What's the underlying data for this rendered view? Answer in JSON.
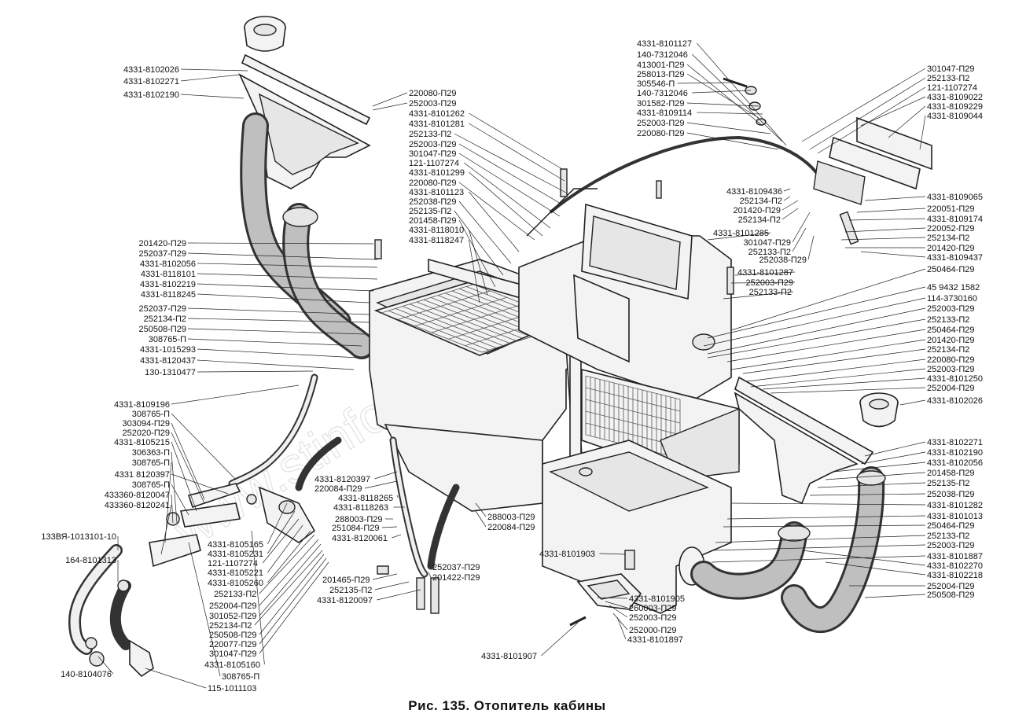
{
  "caption": "Рис. 135. Отопитель кабины",
  "watermark": "www.stinfo.kz",
  "labels_left": [
    "4331-8102026",
    "4331-8102271",
    "4331-8102190",
    "201420-П29",
    "252037-П29",
    "4331-8102056",
    "4331-8118101",
    "4331-8102219",
    "4331-8118245",
    "252037-П29",
    "252134-П2",
    "250508-П29",
    "308765-П",
    "4331-1015293",
    "4331-8120437",
    "130-1310477",
    "4331-8109196",
    "308765-П",
    "303094-П29",
    "252020-П29",
    "4331-8105215",
    "306363-П",
    "308765-П",
    "4331 8120397",
    "308765-П",
    "433360-8120047",
    "433360-8120241",
    "133ВЯ-1013101-10",
    "164-8101313",
    "140-8104076"
  ],
  "labels_center_top": [
    "220080-П29",
    "252003-П29",
    "4331-8101262",
    "4331-8101281",
    "252133-П2",
    "252003-П29",
    "301047-П29",
    "121-1107274",
    "4331-8101299",
    "220080-П29",
    "4331-8101123",
    "252038-П29",
    "252135-П2",
    "201458-П29",
    "4331-8118010",
    "4331-8118247"
  ],
  "labels_top_column": [
    "4331-8101127",
    "140-7312046",
    "413001-П29",
    "258013-П29",
    "305546-П",
    "140-7312046",
    "301582-П29",
    "4331-8109114",
    "252003-П29",
    "220080-П29"
  ],
  "labels_mid": [
    "4331-8109436",
    "252134-П2",
    "201420-П29",
    "252134-П2",
    "4331-8101285",
    "301047-П29",
    "252133-П2",
    "252038-П29",
    "4331-8101287",
    "252003-П29",
    "252133-П2"
  ],
  "labels_right": [
    "301047-П29",
    "252133-П2",
    "121-1107274",
    "4331-8109022",
    "4331-8109229",
    "4331-8109044",
    "4331-8109065",
    "220051-П29",
    "4331-8109174",
    "220052-П29",
    "252134-П2",
    "201420-П29",
    "4331-8109437",
    "250464-П29",
    "45 9432 1582",
    "114-3730160",
    "252003-П29",
    "252133-П2",
    "250464-П29",
    "201420-П29",
    "252134-П2",
    "220080-П29",
    "252003-П29",
    "4331-8101250",
    "252004-П29",
    "4331-8102026",
    "4331-8102271",
    "4331-8102190",
    "4331-8102056",
    "201458-П29",
    "252135-П2",
    "252038-П29",
    "4331-8101282",
    "4331-8101013",
    "250464-П29",
    "252133-П2",
    "252003-П29",
    "4331-8101887",
    "4331-8102270",
    "4331-8102218",
    "252004-П29",
    "250508-П29"
  ],
  "labels_bottom_left": [
    "4331-8120397",
    "220084-П29",
    "4331-8118265",
    "4331-8118263",
    "288003-П29",
    "251084-П29",
    "4331-8120061",
    "4331-8105165",
    "4331-8105231",
    "121-1107274",
    "4331-8105221",
    "4331-8105260",
    "252133-П2",
    "252004-П29",
    "301052-П29",
    "252134-П2",
    "250508-П29",
    "220077-П29",
    "301047-П29",
    "4331-8105160",
    "308765-П",
    "115-1011103"
  ],
  "labels_bottom_center": [
    "288003-П29",
    "220084-П29",
    "201465-П29",
    "252135-П2",
    "4331-8120097",
    "252037-П29",
    "201422-П29",
    "4331-8101903",
    "4331-8101905",
    "260003-П29",
    "252003-П29",
    "252000-П29",
    "4331-8101897",
    "4331-8101907"
  ]
}
